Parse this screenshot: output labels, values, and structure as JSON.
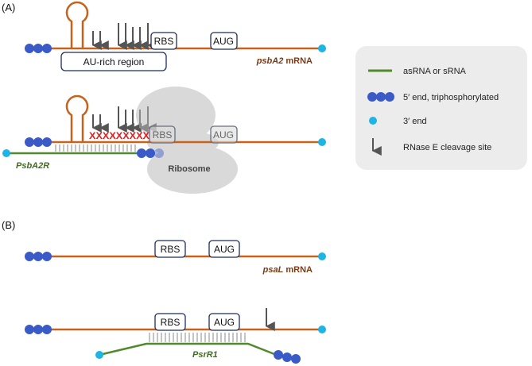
{
  "panels": {
    "a_label": "(A)",
    "b_label": "(B)"
  },
  "labels": {
    "rbs": "RBS",
    "aug": "AUG",
    "au_rich_region": "AU-rich region",
    "psba2_mrna_gene": "psbA2",
    "psba2_mrna_suffix": " mRNA",
    "psba2r": "PsbA2R",
    "ribosome": "Ribosome",
    "psal_mrna_gene": "psaL",
    "psal_mrna_suffix": " mRNA",
    "psrr1": "PsrR1",
    "cleavage_block_marks": "XXXXXXXXX"
  },
  "legend": {
    "asrna": "asRNA or sRNA",
    "five_prime": "5′ end, triphosphorylated",
    "three_prime": "3′ end",
    "cleavage": "RNase E cleavage site"
  },
  "colors": {
    "mrna": "#c5621c",
    "srna": "#4f8a2c",
    "triphosphate": "#3a5bc7",
    "three_prime_end": "#1fb4e6",
    "arrow": "#555555",
    "ribosome": "#d9d9d9",
    "legend_bg": "#ececec",
    "blocked": "#e21c1c"
  }
}
